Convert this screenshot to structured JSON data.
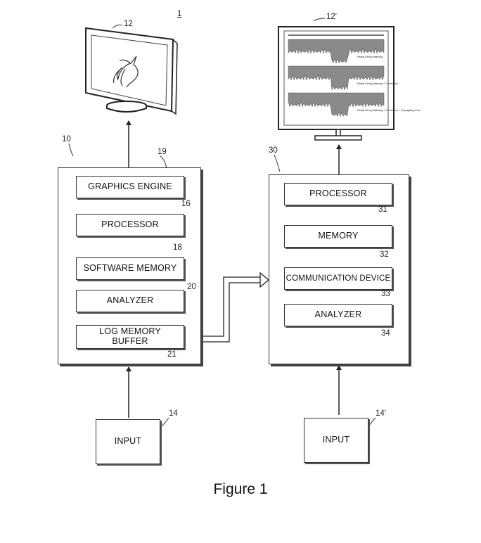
{
  "figure_ref": "1",
  "caption": "Figure 1",
  "left_system": {
    "ref": "10",
    "monitor_ref": "12",
    "input_ref": "14",
    "input_label": "INPUT",
    "blocks": [
      {
        "label": "GRAPHICS ENGINE",
        "ref": "19"
      },
      {
        "label": "PROCESSOR",
        "ref": "16"
      },
      {
        "label": "SOFTWARE MEMORY",
        "ref": "18"
      },
      {
        "label": "ANALYZER",
        "ref": "20"
      },
      {
        "label": "LOG MEMORY\nBUFFER",
        "ref": "21"
      }
    ]
  },
  "right_system": {
    "ref": "30",
    "monitor_ref": "12'",
    "input_ref": "14'",
    "input_label": "INPUT",
    "blocks": [
      {
        "label": "PROCESSOR",
        "ref": "31"
      },
      {
        "label": "MEMORY",
        "ref": "32"
      },
      {
        "label": "COMMUNICATION DEVICE",
        "ref": "33"
      },
      {
        "label": "ANALYZER",
        "ref": "34"
      }
    ],
    "screen_panels": [
      "Partial String Matching",
      "Partial String Matching + Correlation",
      "Partial String Matching + Correlation + Propagating Error"
    ]
  }
}
